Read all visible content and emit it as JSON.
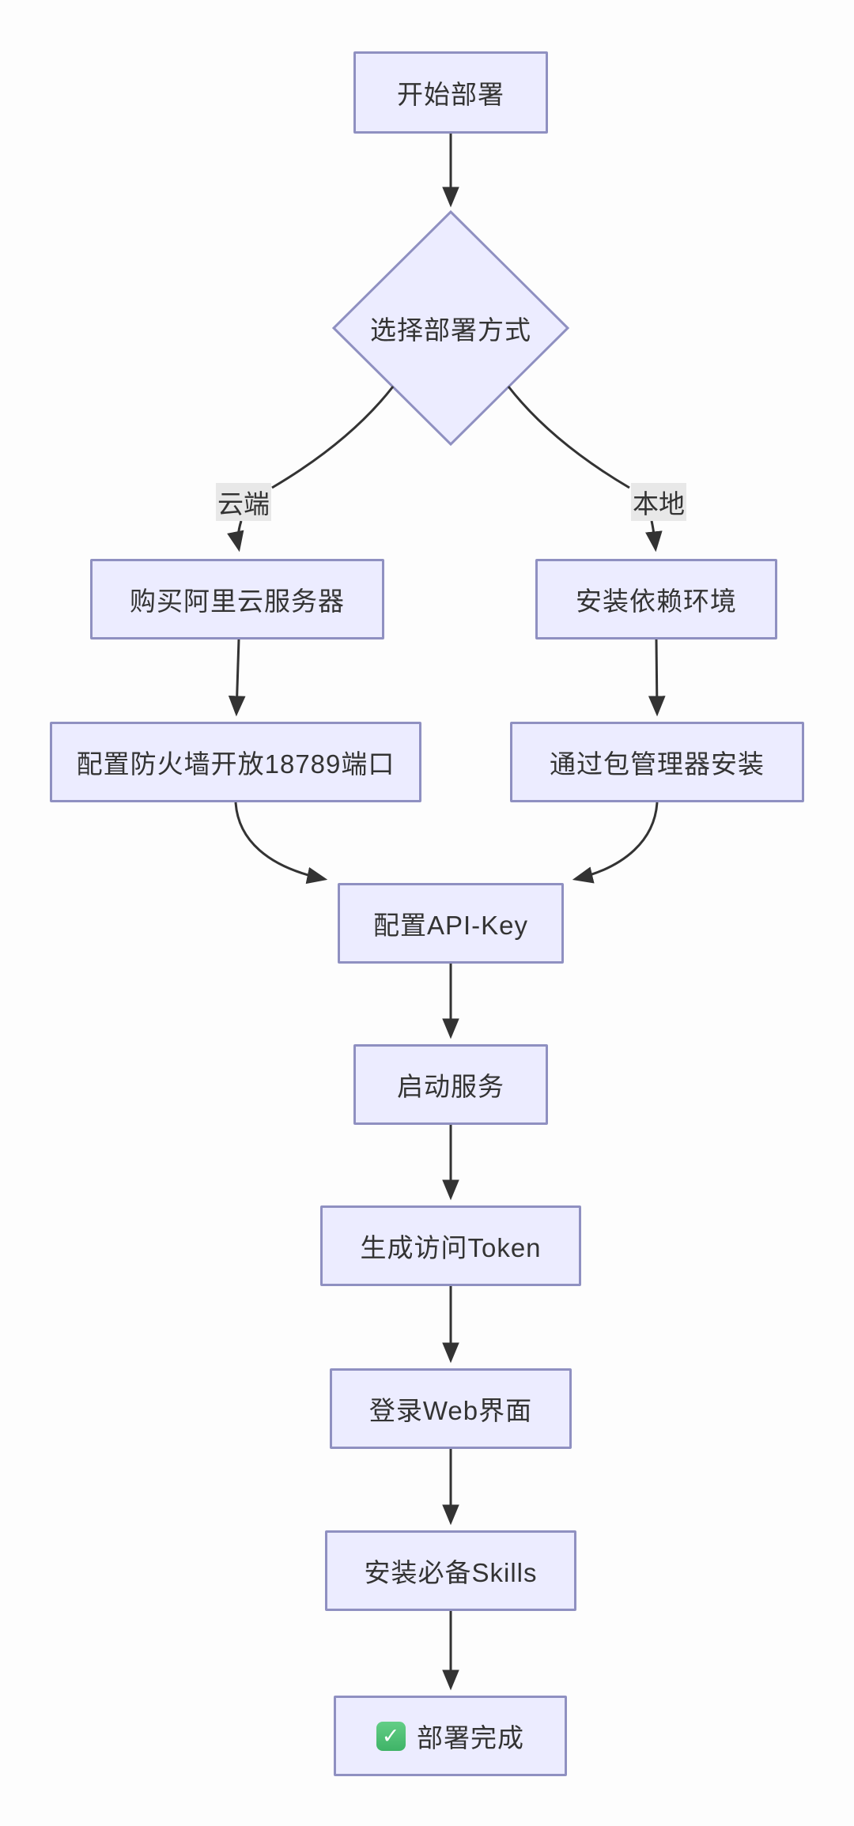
{
  "diagram": {
    "type": "flowchart",
    "direction": "top-down",
    "nodes": [
      {
        "id": "start",
        "shape": "rect",
        "label": "开始部署"
      },
      {
        "id": "choose",
        "shape": "diamond",
        "label": "选择部署方式"
      },
      {
        "id": "buy",
        "shape": "rect",
        "label": "购买阿里云服务器"
      },
      {
        "id": "firewall",
        "shape": "rect",
        "label": "配置防火墙开放18789端口"
      },
      {
        "id": "deps",
        "shape": "rect",
        "label": "安装依赖环境"
      },
      {
        "id": "pkg",
        "shape": "rect",
        "label": "通过包管理器安装"
      },
      {
        "id": "api",
        "shape": "rect",
        "label": "配置API-Key"
      },
      {
        "id": "service",
        "shape": "rect",
        "label": "启动服务"
      },
      {
        "id": "token",
        "shape": "rect",
        "label": "生成访问Token"
      },
      {
        "id": "web",
        "shape": "rect",
        "label": "登录Web界面"
      },
      {
        "id": "skills",
        "shape": "rect",
        "label": "安装必备Skills"
      },
      {
        "id": "done",
        "shape": "rect",
        "label": "部署完成",
        "icon": "check-mark-emoji"
      }
    ],
    "edge_labels": {
      "cloud": "云端",
      "local": "本地"
    },
    "edges": [
      {
        "from": "开始部署",
        "to": "选择部署方式",
        "label": ""
      },
      {
        "from": "选择部署方式",
        "to": "购买阿里云服务器",
        "label": "云端"
      },
      {
        "from": "选择部署方式",
        "to": "安装依赖环境",
        "label": "本地"
      },
      {
        "from": "购买阿里云服务器",
        "to": "配置防火墙开放18789端口",
        "label": ""
      },
      {
        "from": "安装依赖环境",
        "to": "通过包管理器安装",
        "label": ""
      },
      {
        "from": "配置防火墙开放18789端口",
        "to": "配置API-Key",
        "label": ""
      },
      {
        "from": "通过包管理器安装",
        "to": "配置API-Key",
        "label": ""
      },
      {
        "from": "配置API-Key",
        "to": "启动服务",
        "label": ""
      },
      {
        "from": "启动服务",
        "to": "生成访问Token",
        "label": ""
      },
      {
        "from": "生成访问Token",
        "to": "登录Web界面",
        "label": ""
      },
      {
        "from": "登录Web界面",
        "to": "安装必备Skills",
        "label": ""
      },
      {
        "from": "安装必备Skills",
        "to": "部署完成",
        "label": ""
      }
    ],
    "icons": {
      "done_check": "✓"
    },
    "colors": {
      "node_fill": "#ECECFF",
      "node_border": "#8F90C1",
      "text": "#333333",
      "arrow": "#333333",
      "edge_label_bg": "#E8E8E8",
      "check_green": "#4FC277",
      "background": "#FDFDFD"
    }
  }
}
